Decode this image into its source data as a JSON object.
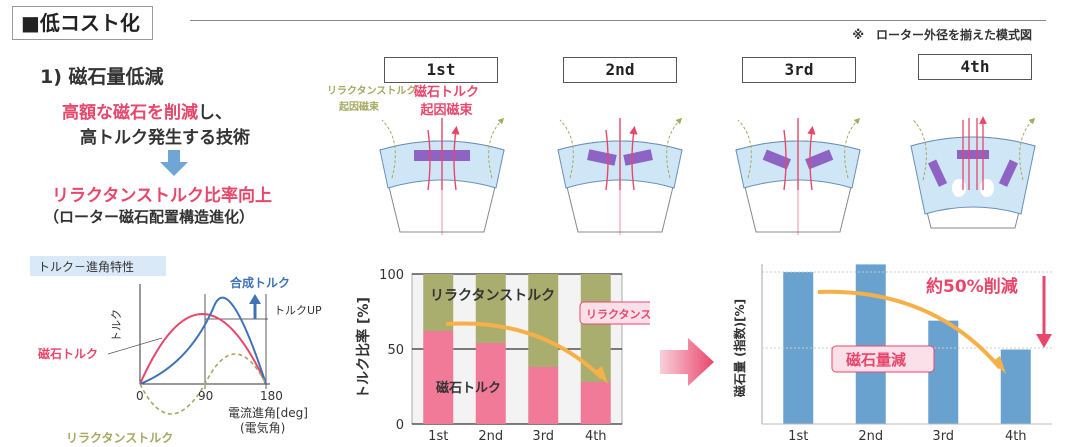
{
  "header": {
    "section_title": "■低コスト化",
    "note": "※　ローター外径を揃えた模式図"
  },
  "left": {
    "subtitle": "1) 磁石量低減",
    "desc_pre": "高額な",
    "desc_hl1": "磁石を削減",
    "desc_post": "し、",
    "desc_line2": "高トルク発生する技術",
    "result": "リラクタンストルク比率向上",
    "result_sub": "（ローター磁石配置構造進化）"
  },
  "generations": [
    "1st",
    "2nd",
    "3rd",
    "4th"
  ],
  "rotor_labels": {
    "reluctance_flux_1": "リラクタンストルク",
    "reluctance_flux_2": "起因磁束",
    "magnet_flux_1": "磁石トルク",
    "magnet_flux_2": "起因磁束"
  },
  "torque_chart": {
    "legend_title": "トルク－進角特性",
    "ylabel": "トルク",
    "composite": "合成トルク",
    "up": "トルクUP",
    "magnet": "磁石トルク",
    "reluctance": "リラクタンストルク",
    "xlabel1": "電流進角[deg]",
    "xlabel2": "(電気角)",
    "ticks": [
      "0",
      "90",
      "180"
    ]
  },
  "chart_data": [
    {
      "type": "bar",
      "stacked": true,
      "categories": [
        "1st",
        "2nd",
        "3rd",
        "4th"
      ],
      "series": [
        {
          "name": "磁石トルク",
          "values": [
            62,
            54,
            38,
            28
          ],
          "color": "#f07a98"
        },
        {
          "name": "リラクタンストルク",
          "values": [
            38,
            46,
            62,
            72
          ],
          "color": "#a9ad6e"
        }
      ],
      "ylabel": "トルク比率 [%]",
      "yticks": [
        "0",
        "50",
        "100"
      ],
      "ylim": [
        0,
        100
      ],
      "annotation": "リラクタンストルク増",
      "grid": true
    },
    {
      "type": "bar",
      "categories": [
        "1st",
        "2nd",
        "3rd",
        "4th"
      ],
      "values": [
        100,
        105,
        68,
        49
      ],
      "color": "#6aa2cf",
      "ylabel": "磁石量 (指数)[%]",
      "annotation_box": "磁石量減",
      "annotation_text": "約50%削減"
    }
  ]
}
